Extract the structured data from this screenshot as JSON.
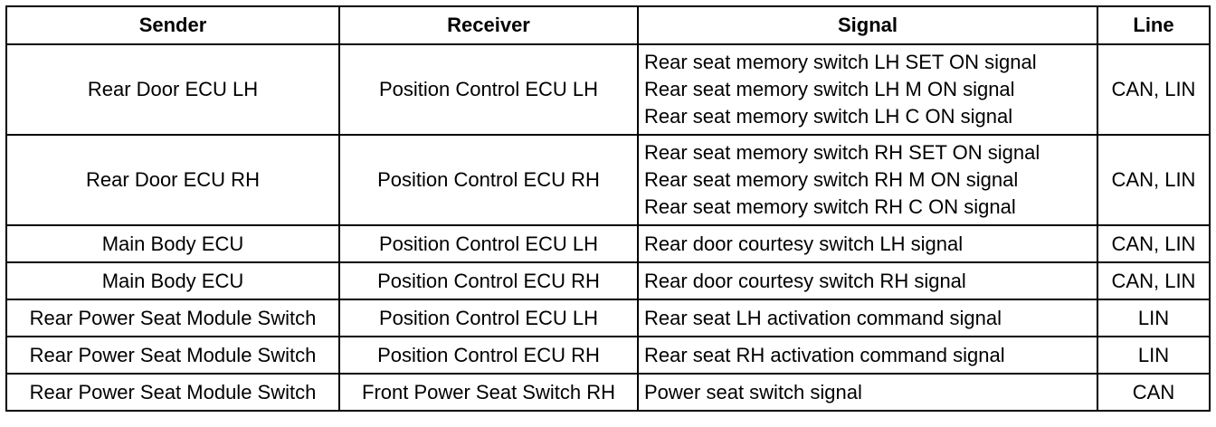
{
  "table": {
    "headers": {
      "sender": "Sender",
      "receiver": "Receiver",
      "signal": "Signal",
      "line": "Line"
    },
    "rows": [
      {
        "sender": "Rear Door ECU LH",
        "receiver": "Position Control ECU LH",
        "signals": [
          "Rear seat memory switch LH SET ON signal",
          "Rear seat memory switch LH M ON signal",
          "Rear seat memory switch LH C ON signal"
        ],
        "line": "CAN, LIN"
      },
      {
        "sender": "Rear Door ECU RH",
        "receiver": "Position Control ECU RH",
        "signals": [
          "Rear seat memory switch RH SET ON signal",
          "Rear seat memory switch RH M ON signal",
          "Rear seat memory switch RH C ON signal"
        ],
        "line": "CAN, LIN"
      },
      {
        "sender": "Main Body ECU",
        "receiver": "Position Control ECU LH",
        "signals": [
          "Rear door courtesy switch LH signal"
        ],
        "line": "CAN, LIN"
      },
      {
        "sender": "Main Body ECU",
        "receiver": "Position Control ECU RH",
        "signals": [
          "Rear door courtesy switch RH signal"
        ],
        "line": "CAN, LIN"
      },
      {
        "sender": "Rear Power Seat Module Switch",
        "receiver": "Position Control ECU LH",
        "signals": [
          "Rear seat LH activation command signal"
        ],
        "line": "LIN"
      },
      {
        "sender": "Rear Power Seat Module Switch",
        "receiver": "Position Control ECU RH",
        "signals": [
          "Rear seat RH activation command signal"
        ],
        "line": "LIN"
      },
      {
        "sender": "Rear Power Seat Module Switch",
        "receiver": "Front Power Seat Switch RH",
        "signals": [
          "Power seat switch signal"
        ],
        "line": "CAN"
      }
    ]
  }
}
